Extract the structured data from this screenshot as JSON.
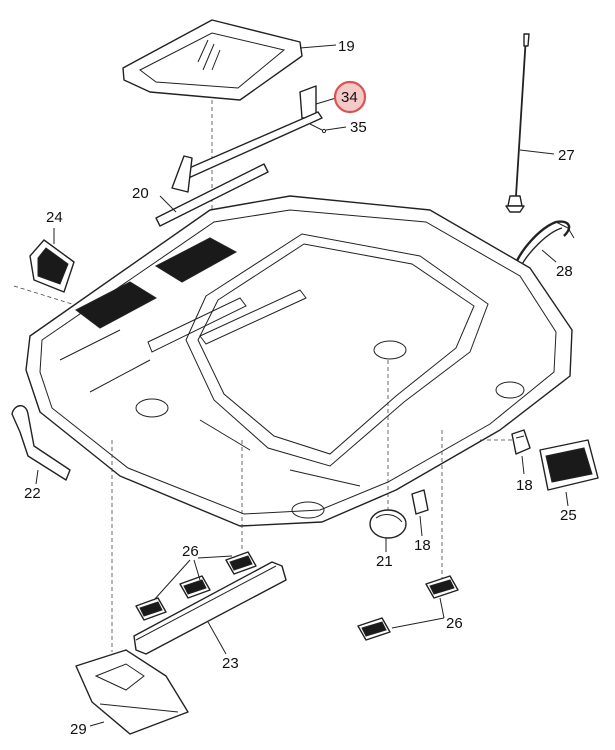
{
  "callouts": {
    "c19": "19",
    "c34": "34",
    "c35": "35",
    "c20": "20",
    "c27": "27",
    "c24": "24",
    "c28": "28",
    "c22": "22",
    "c18a": "18",
    "c25": "25",
    "c21": "21",
    "c18b": "18",
    "c26a": "26",
    "c23": "23",
    "c26b": "26",
    "c29": "29"
  },
  "highlight": {
    "callout": "34",
    "color": "#d9534f",
    "fill": "#f6c9c9"
  },
  "colors": {
    "line": "#222222",
    "background": "#ffffff"
  }
}
